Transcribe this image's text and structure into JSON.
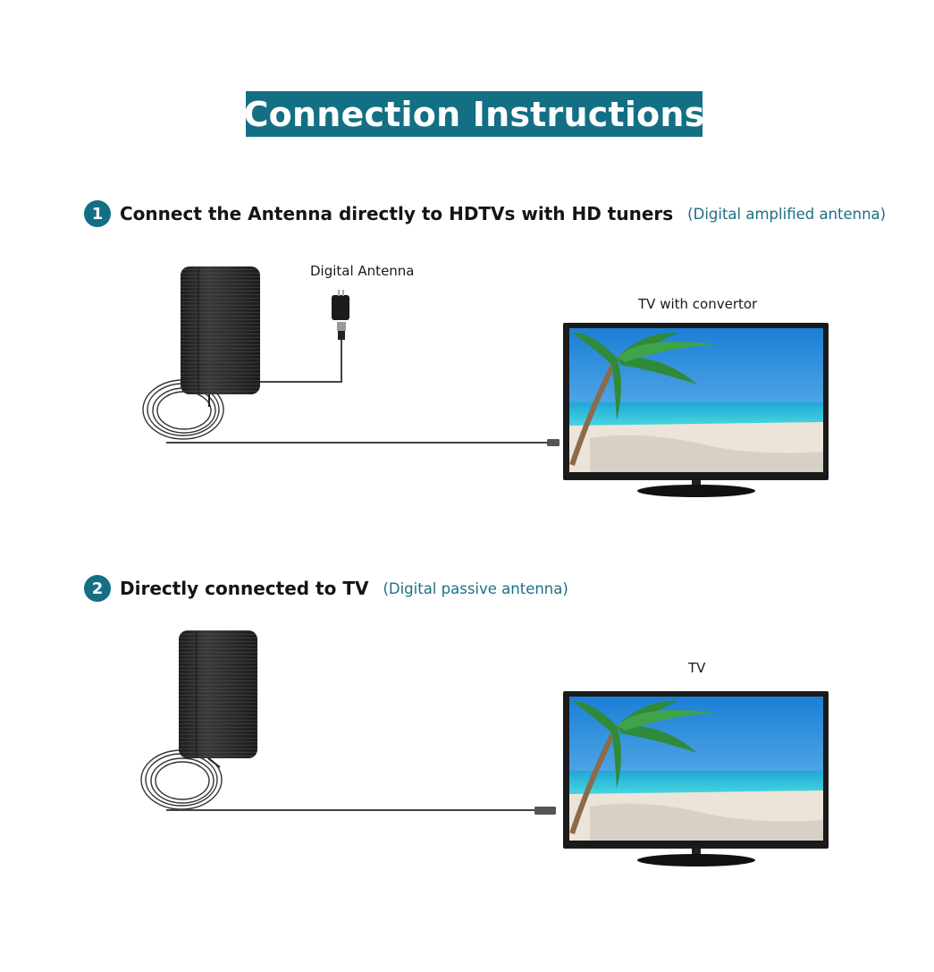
{
  "header": {
    "title": "Connection Instructions"
  },
  "steps": [
    {
      "number": "1",
      "text": "Connect the Antenna directly to HDTVs with HD tuners",
      "note": "(Digital amplified antenna)",
      "adapter_label": "Digital Antenna",
      "tv_label": "TV with convertor"
    },
    {
      "number": "2",
      "text": "Directly connected to TV",
      "note": "(Digital passive antenna)",
      "tv_label": "TV"
    }
  ],
  "colors": {
    "accent": "#136f84",
    "sky": "#2fa0e0",
    "sea": "#18c0d8",
    "sand": "#e9e2d6",
    "antenna": "#2b2b2b"
  }
}
